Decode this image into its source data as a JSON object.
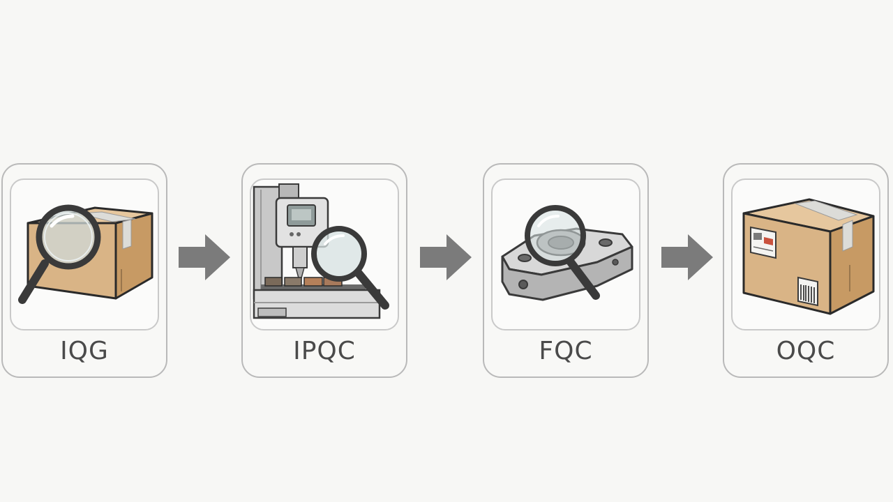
{
  "steps": [
    {
      "label": "IQG",
      "icon": "box-magnifier-icon"
    },
    {
      "label": "IPQC",
      "icon": "machine-magnifier-icon"
    },
    {
      "label": "FQC",
      "icon": "part-magnifier-icon"
    },
    {
      "label": "OQC",
      "icon": "shipping-box-icon"
    }
  ],
  "colors": {
    "cardBorder": "#b9b9b9",
    "arrow": "#7b7b7b",
    "cardboard": "#d9b486",
    "label": "#4a4a4a"
  }
}
